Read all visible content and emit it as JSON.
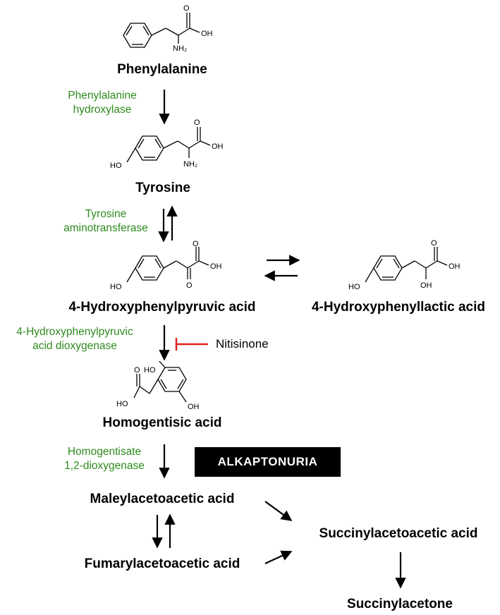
{
  "compounds": {
    "phenylalanine": "Phenylalanine",
    "tyrosine": "Tyrosine",
    "hppa": "4-Hydroxyphenylpyruvic acid",
    "hpla": "4-Hydroxyphenyllactic acid",
    "homogentisic": "Homogentisic acid",
    "maleylacetoacetic": "Maleylacetoacetic acid",
    "fumarylacetoacetic": "Fumarylacetoacetic acid",
    "succinylacetoacetic": "Succinylacetoacetic acid",
    "succinylacetone": "Succinylacetone"
  },
  "enzymes": {
    "pah": [
      "Phenylalanine",
      "hydroxylase"
    ],
    "tat": [
      "Tyrosine",
      "aminotransferase"
    ],
    "hppd": [
      "4-Hydroxyphenylpyruvic",
      "acid dioxygenase"
    ],
    "hgd": [
      "Homogentisate",
      "1,2-dioxygenase"
    ]
  },
  "inhibitor": "Nitisinone",
  "disease": "ALKAPTONURIA",
  "atoms": {
    "oh": "OH",
    "ho": "HO",
    "nh2": "NH₂",
    "o": "O"
  },
  "colors": {
    "enzyme": "#2e8b1e",
    "inhibition": "#e02020",
    "disease_bg": "#000000",
    "disease_fg": "#ffffff"
  }
}
